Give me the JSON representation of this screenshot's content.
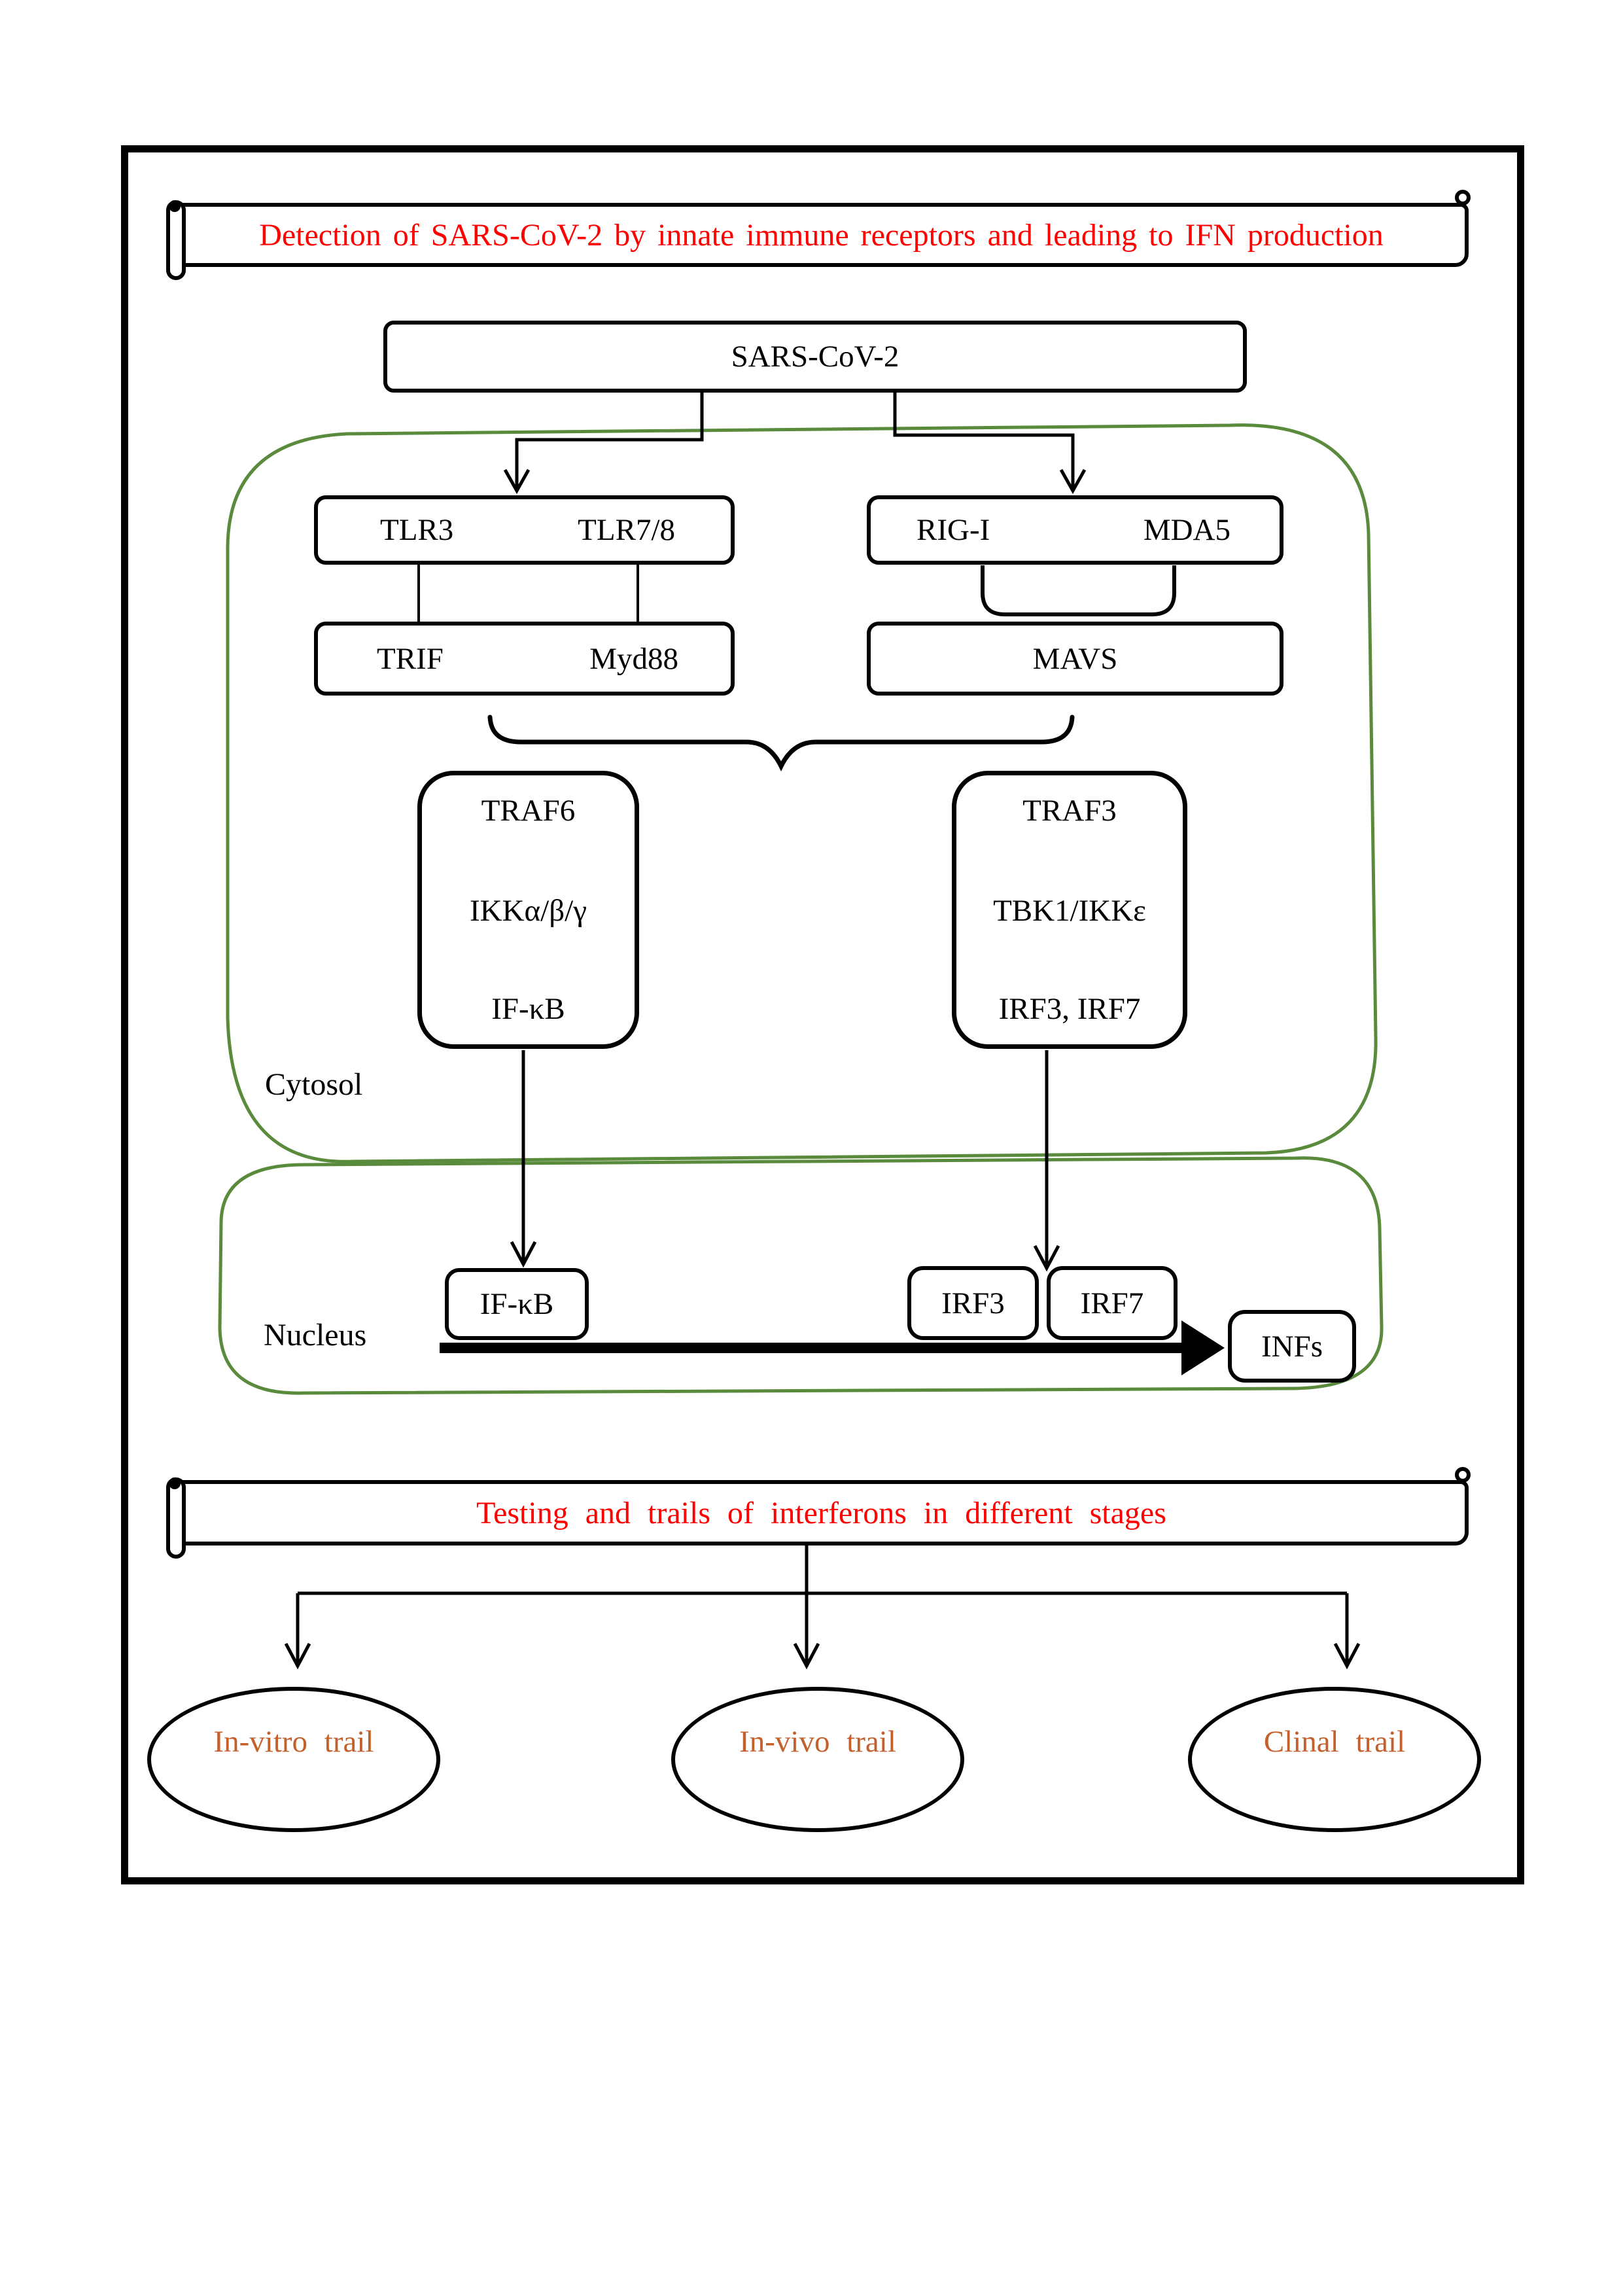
{
  "colors": {
    "title_red": "#fe0000",
    "enclosure_green": "#5a8a3c",
    "trial_orange": "#c3602c",
    "line_black": "#000000"
  },
  "banner_top": {
    "title": "Detection of SARS-CoV-2 by innate immune receptors and leading to IFN production"
  },
  "pathway": {
    "source": "SARS-CoV-2",
    "receptors_left": {
      "a": "TLR3",
      "b": "TLR7/8"
    },
    "receptors_right": {
      "a": "RIG-I",
      "b": "MDA5"
    },
    "adapters_left": {
      "a": "TRIF",
      "b": "Myd88"
    },
    "adapter_right": "MAVS",
    "cascade_left": {
      "top": "TRAF6",
      "middle": "IKKα/β/γ",
      "bottom": "IF-κB"
    },
    "cascade_right": {
      "top": "TRAF3",
      "middle": "TBK1/IKKε",
      "bottom": "IRF3, IRF7"
    },
    "cytosol_label": "Cytosol",
    "nucleus_label": "Nucleus",
    "nucleus_factors": {
      "ifkb": "IF-κB",
      "irf3": "IRF3",
      "irf7": "IRF7"
    },
    "output": "INFs"
  },
  "banner_bottom": {
    "title": "Testing and trails of interferons in different stages"
  },
  "trials": [
    {
      "label": "In-vitro trail"
    },
    {
      "label": "In-vivo trail"
    },
    {
      "label": "Clinal trail"
    }
  ]
}
